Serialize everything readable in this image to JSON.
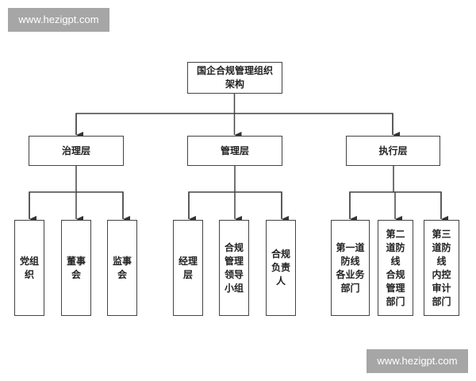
{
  "watermarks": {
    "top": "www.hezigpt.com",
    "bottom": "www.hezigpt.com"
  },
  "diagram": {
    "root": {
      "label": "国企合规管理组织\n架构"
    },
    "level2": [
      {
        "label": "治理层"
      },
      {
        "label": "管理层"
      },
      {
        "label": "执行层"
      }
    ],
    "level3": {
      "governance": [
        {
          "label": "党组\n织"
        },
        {
          "label": "董事\n会"
        },
        {
          "label": "监事\n会"
        }
      ],
      "management": [
        {
          "label": "经理\n层"
        },
        {
          "label": "合规\n管理\n领导\n小组"
        },
        {
          "label": "合规\n负责\n人"
        }
      ],
      "execution": [
        {
          "label": "第一道\n防线\n各业务\n部门"
        },
        {
          "label": "第二\n道防\n线\n合规\n管理\n部门"
        },
        {
          "label": "第三\n道防\n线\n内控\n审计\n部门"
        }
      ]
    },
    "colors": {
      "line": "#444444",
      "box_border": "#444444",
      "watermark_bg": "#a6a6a6",
      "watermark_text": "#ffffff"
    }
  }
}
